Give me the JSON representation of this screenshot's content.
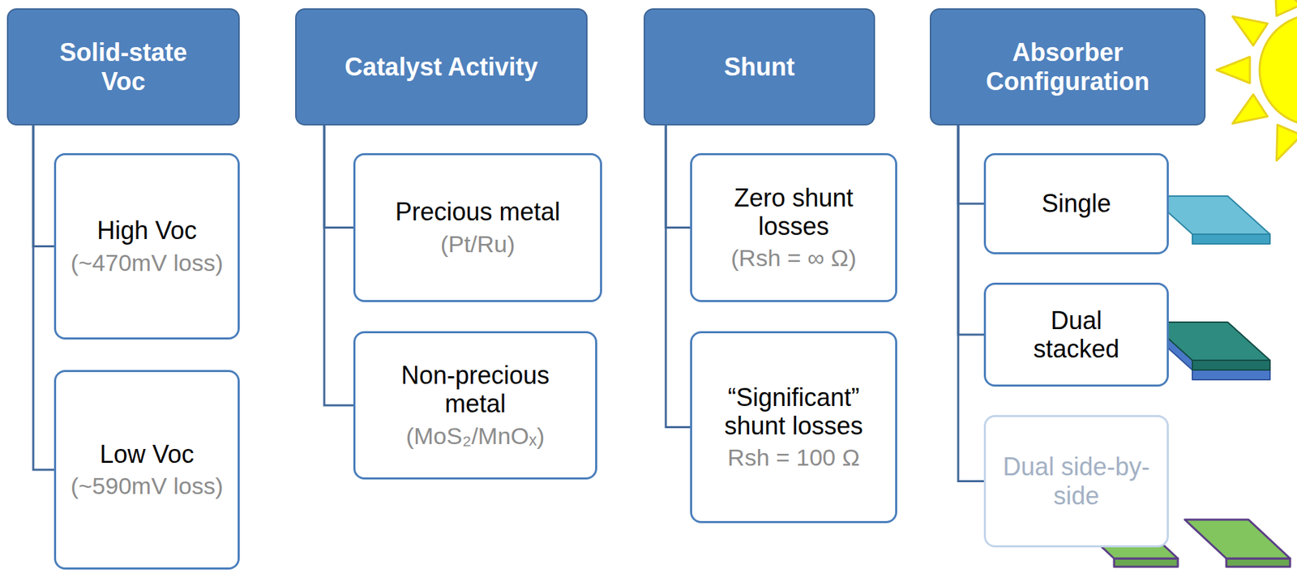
{
  "diagram": {
    "nodes": [
      {
        "text": [
          "Solid-state Voc"
        ]
      },
      {
        "text": [
          "High Voc",
          "(~470mV loss)"
        ]
      },
      {
        "text": [
          "Low Voc",
          "(~590mV loss)"
        ]
      },
      {
        "text": [
          "Catalyst Activity"
        ]
      },
      {
        "text": [
          "Precious metal",
          "(Pt/Ru)"
        ]
      },
      {
        "text": [
          "Non-precious metal",
          "(MoS₂/MnOₓ)"
        ]
      },
      {
        "text": [
          "Shunt"
        ]
      },
      {
        "text": [
          "Zero shunt losses",
          "(Rsh = ∞ Ω)"
        ]
      },
      {
        "text": [
          "“Significant” shunt losses",
          "Rsh = 100 Ω"
        ]
      },
      {
        "text": [
          "Absorber Configuration"
        ]
      },
      {
        "text": [
          "Single"
        ]
      },
      {
        "text": [
          "Dual stacked"
        ]
      },
      {
        "text": [
          "Dual side-by-side"
        ]
      }
    ],
    "edges": [
      {
        "from": 0,
        "to": 1,
        "arrow": "none"
      },
      {
        "from": 0,
        "to": 2,
        "arrow": "none"
      },
      {
        "from": 3,
        "to": 4,
        "arrow": "none"
      },
      {
        "from": 3,
        "to": 5,
        "arrow": "none"
      },
      {
        "from": 6,
        "to": 7,
        "arrow": "none"
      },
      {
        "from": 6,
        "to": 8,
        "arrow": "none"
      },
      {
        "from": 9,
        "to": 10,
        "arrow": "none"
      },
      {
        "from": 9,
        "to": 11,
        "arrow": "none"
      },
      {
        "from": 9,
        "to": 12,
        "arrow": "none"
      }
    ]
  }
}
